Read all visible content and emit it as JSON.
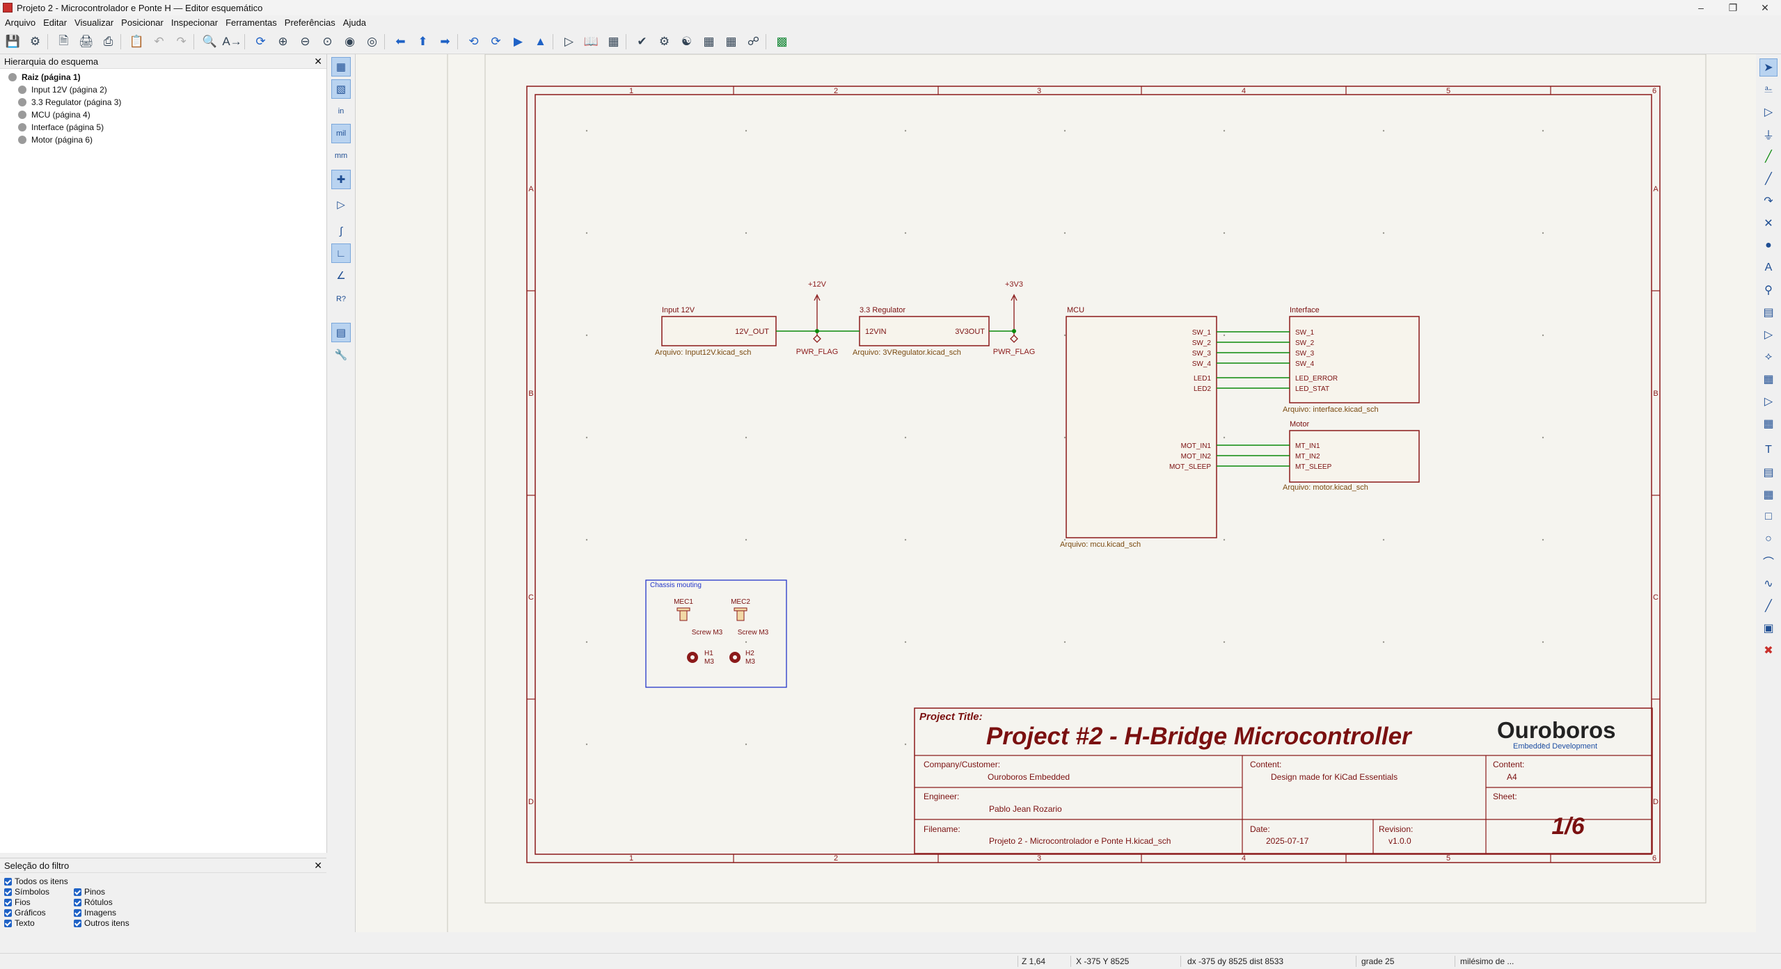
{
  "window": {
    "title": "Projeto 2 - Microcontrolador e Ponte H — Editor esquemático",
    "controls": [
      "–",
      "❐",
      "✕"
    ]
  },
  "menu": [
    "Arquivo",
    "Editar",
    "Visualizar",
    "Posicionar",
    "Inspecionar",
    "Ferramentas",
    "Preferências",
    "Ajuda"
  ],
  "hierarchy": {
    "title": "Hierarquia do esquema",
    "root": "Raiz (página 1)",
    "items": [
      "Input 12V (página 2)",
      "3.3 Regulator (página 3)",
      "MCU (página 4)",
      "Interface (página 5)",
      "Motor (página 6)"
    ]
  },
  "filter": {
    "title": "Seleção do filtro",
    "col1": [
      "Todos os itens",
      "Símbolos",
      "Fios",
      "Gráficos",
      "Texto"
    ],
    "col2": [
      "Pinos",
      "Rótulos",
      "Imagens",
      "Outros itens"
    ]
  },
  "schematic": {
    "border_cols": [
      "1",
      "2",
      "3",
      "4",
      "5",
      "6"
    ],
    "border_rows": [
      "A",
      "B",
      "C",
      "D"
    ],
    "input12v": {
      "name": "Input 12V",
      "pin": "12V_OUT",
      "file": "Arquivo: Input12V.kicad_sch"
    },
    "regulator": {
      "name": "3.3 Regulator",
      "pin_in": "12VIN",
      "pin_out": "3V3OUT",
      "file": "Arquivo: 3VRegulator.kicad_sch"
    },
    "power": {
      "p12v": "+12V",
      "p3v3": "+3V3",
      "flag": "PWR_FLAG"
    },
    "mcu": {
      "name": "MCU",
      "pins_top": [
        "SW_1",
        "SW_2",
        "SW_3",
        "SW_4",
        "LED1",
        "LED2"
      ],
      "pins_bottom": [
        "MOT_IN1",
        "MOT_IN2",
        "MOT_SLEEP"
      ],
      "file": "Arquivo: mcu.kicad_sch"
    },
    "interface": {
      "name": "Interface",
      "pins": [
        "SW_1",
        "SW_2",
        "SW_3",
        "SW_4",
        "LED_ERROR",
        "LED_STAT"
      ],
      "file": "Arquivo: interface.kicad_sch"
    },
    "motor": {
      "name": "Motor",
      "pins": [
        "MT_IN1",
        "MT_IN2",
        "MT_SLEEP"
      ],
      "file": "Arquivo: motor.kicad_sch"
    },
    "chassis": {
      "title": "Chassis mouting",
      "mec1": "MEC1",
      "mec2": "MEC2",
      "screw": "Screw M3",
      "h1": "H1",
      "h2": "H2",
      "m3": "M3"
    },
    "titleblock": {
      "project_label": "Project Title:",
      "project_title": "Project #2 - H-Bridge Microcontroller",
      "logo": "Ouroboros",
      "logo_sub": "Embedded Development",
      "company_label": "Company/Customer:",
      "company": "Ouroboros Embedded",
      "content_label": "Content:",
      "content": "Design made for KiCad Essentials",
      "content2_label": "Content:",
      "content2": "A4",
      "engineer_label": "Engineer:",
      "engineer": "Pablo Jean Rozario",
      "sheet_label": "Sheet:",
      "sheet": "1/6",
      "filename_label": "Filename:",
      "filename": "Projeto 2 - Microcontrolador e Ponte H.kicad_sch",
      "date_label": "Date:",
      "date": "2025-07-17",
      "revision_label": "Revision:",
      "revision": "v1.0.0"
    }
  },
  "status": {
    "zoom": "Z 1,64",
    "xy": "X -375  Y 8525",
    "dxy": "dx -375  dy 8525  dist 8533",
    "grid": "grade 25",
    "units": "milésimo de ..."
  },
  "colors": {
    "sheet_border": "#8b1a1a",
    "wire": "#0b8a0b",
    "hier_text": "#7a1010",
    "chassis_frame": "#2436c8",
    "canvas_bg": "#f5f4ef"
  }
}
